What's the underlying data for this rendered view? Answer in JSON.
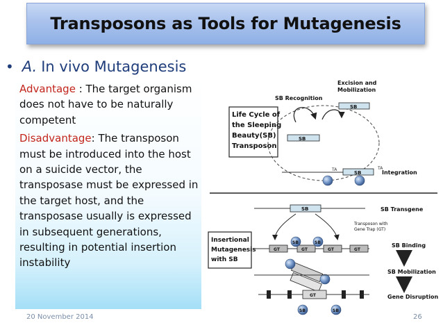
{
  "slide": {
    "title": "Transposons as Tools for Mutagenesis",
    "bullet": {
      "marker": "•",
      "label_italic": "A.",
      "label_rest": "In  vivo  Mutagenesis"
    },
    "advantage": {
      "label": "Advantage",
      "text": " : The target organism  does not have to be naturally competent"
    },
    "disadvantage": {
      "label": "Disadvantage",
      "text": ": The transposon must be introduced into the host on a suicide vector, the transposase must be expressed in the target host, and the transposase usually is expressed in subsequent generations, resulting in potential insertion instability"
    },
    "footer": {
      "date": "20 November 2014",
      "page": "26"
    }
  },
  "diagram": {
    "life_cycle_box": [
      "Life Cycle of",
      "the Sleeping",
      "Beauty(SB)",
      "Transposon"
    ],
    "sb_recognition": "SB Recognition",
    "excision": [
      "Excision and",
      "Mobilization"
    ],
    "integration": "Integration",
    "sb_transgene": "SB Transgene",
    "transposon_gene_trap": [
      "Transposon with",
      "Gene Trap (GT)"
    ],
    "insertional_box": [
      "Insertional",
      "Mutagenesis",
      "with SB"
    ],
    "sb_binding": "SB Binding",
    "sb_mobilization": "SB Mobilization",
    "gene_disruption": "Gene Disruption",
    "sb": "SB",
    "gt": "GT",
    "ta": "TA"
  }
}
